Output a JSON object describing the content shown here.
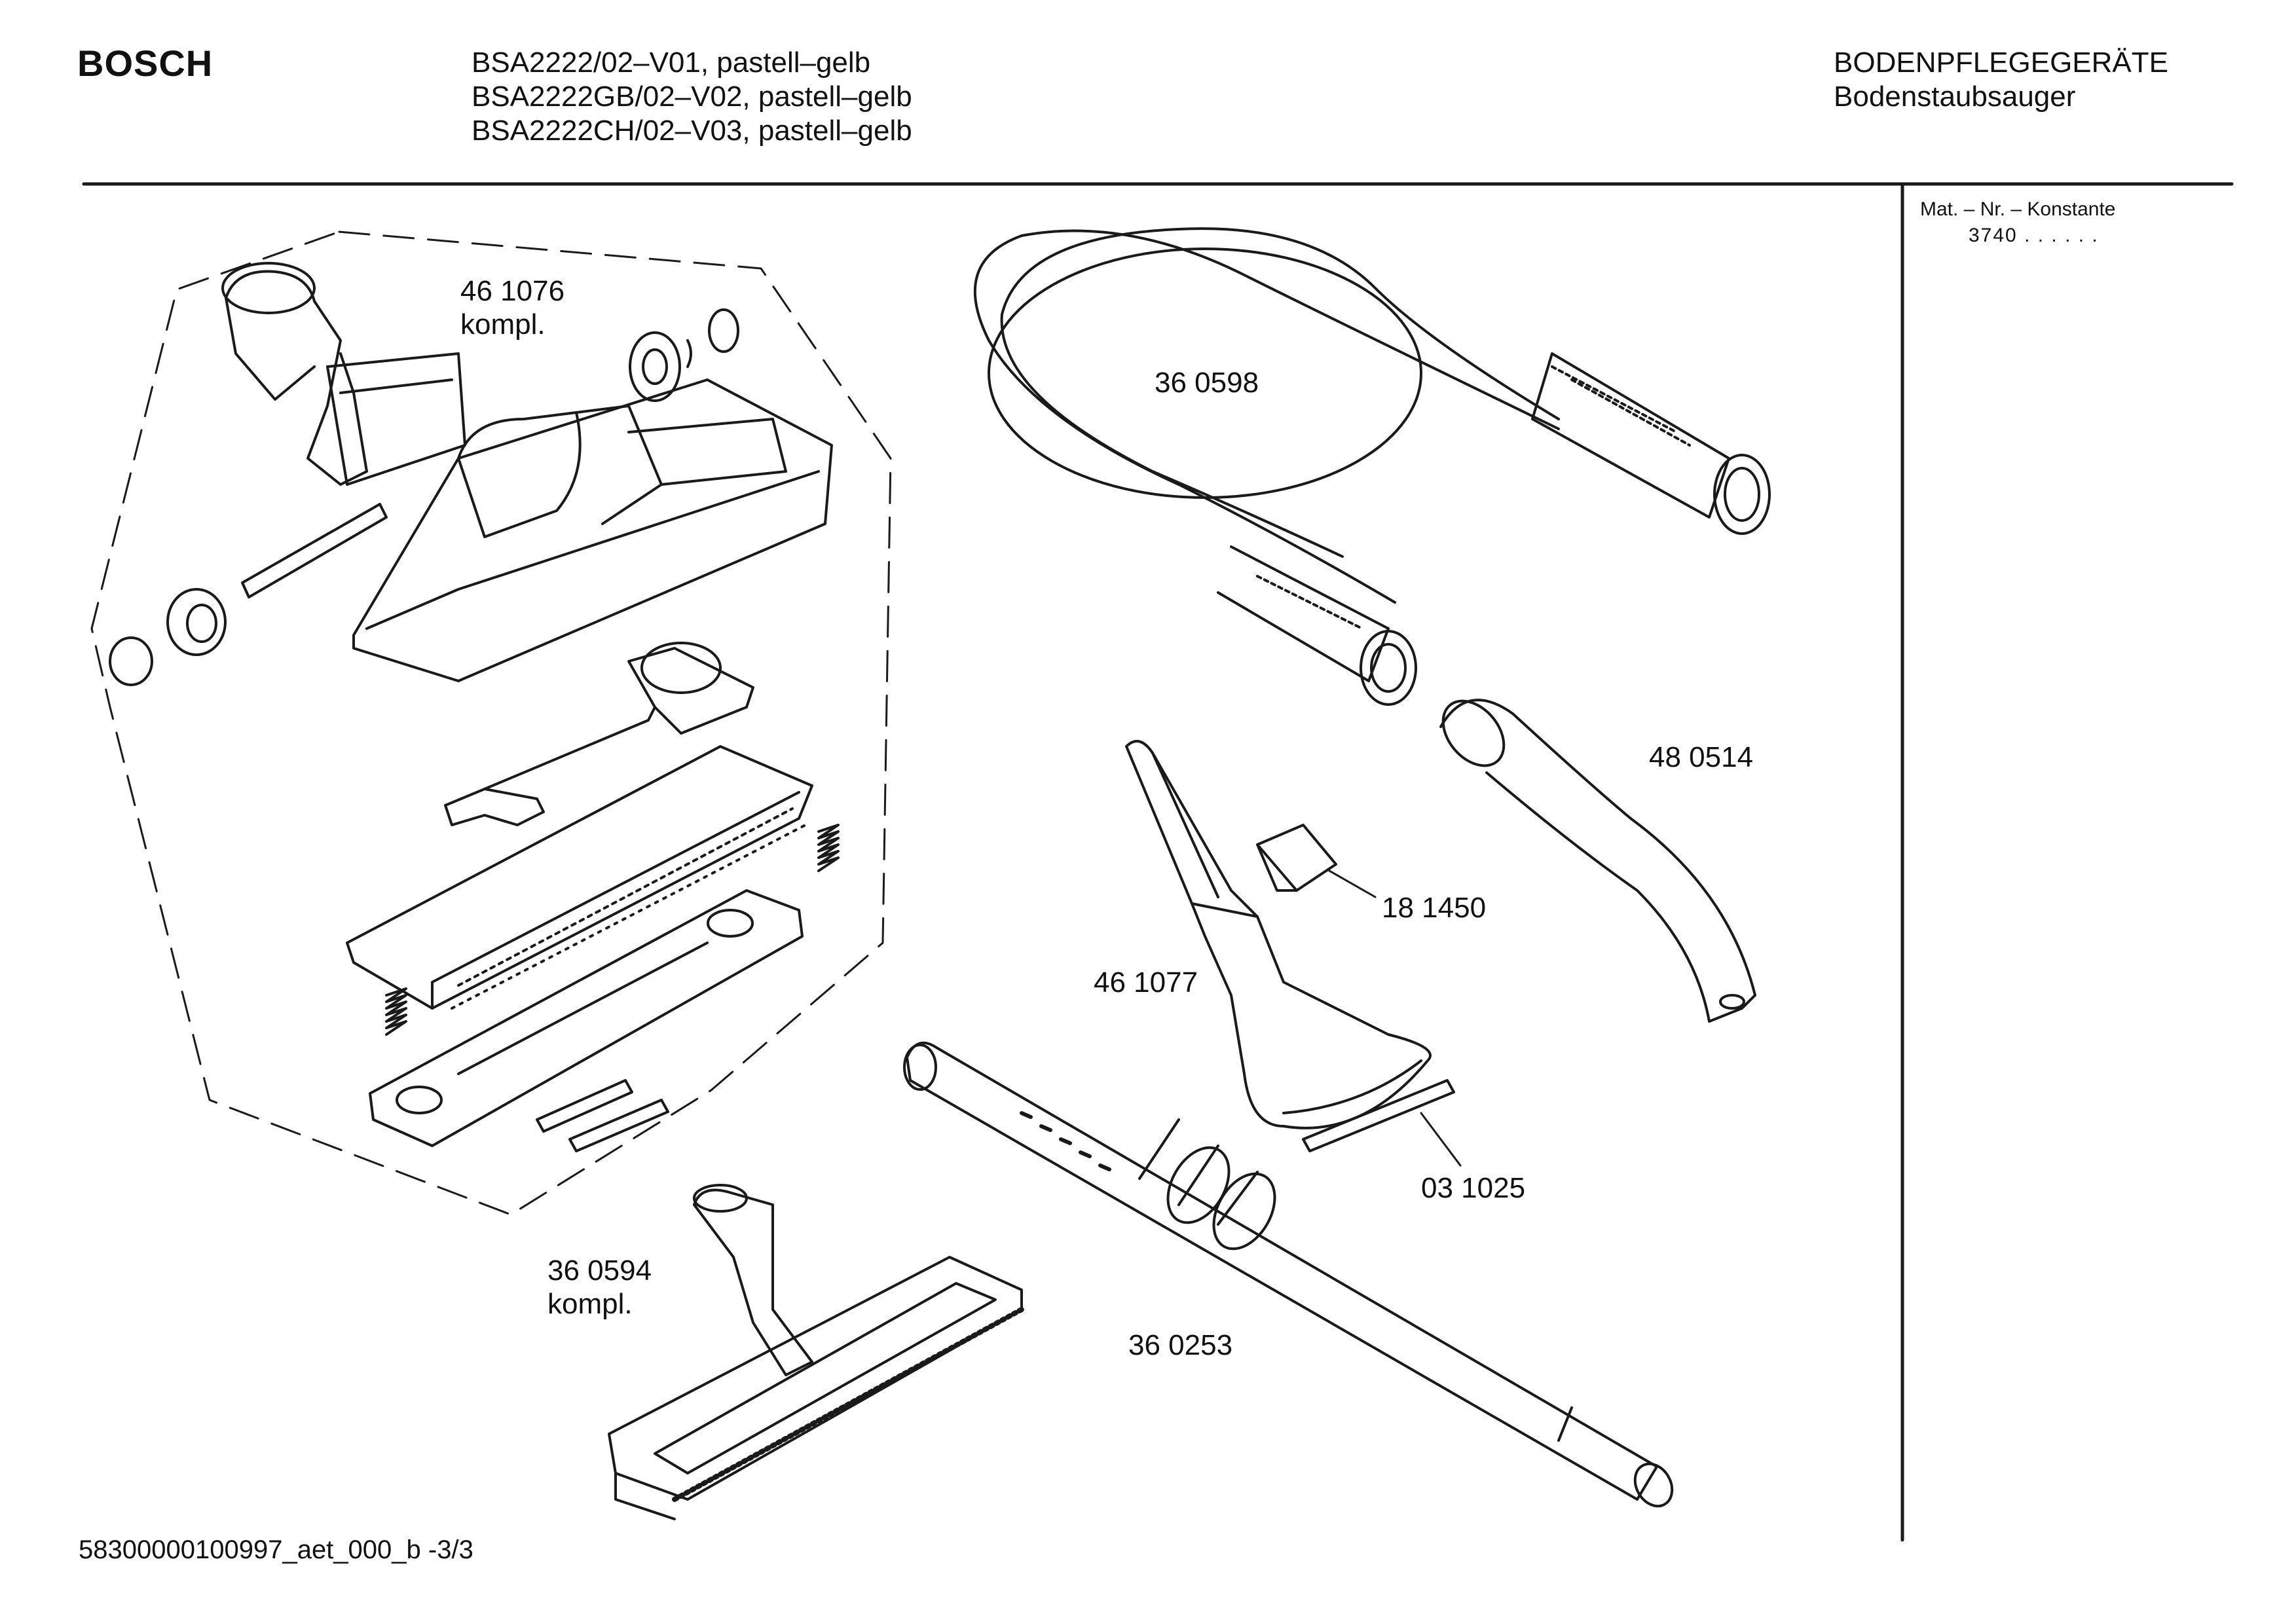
{
  "header": {
    "brand": "BOSCH",
    "models": [
      "BSA2222/02–V01, pastell–gelb",
      "BSA2222GB/02–V02, pastell–gelb",
      "BSA2222CH/02–V03, pastell–gelb"
    ],
    "category": "BODENPFLEGEGERÄTE",
    "subcategory": "Bodenstaubsauger"
  },
  "sidebar": {
    "heading": "Mat. – Nr. – Konstante",
    "code": "3740 .  .    .  .  .  ."
  },
  "parts": [
    {
      "id": "p1",
      "number": "46 1076",
      "note": "kompl."
    },
    {
      "id": "p2",
      "number": "36 0598",
      "note": ""
    },
    {
      "id": "p3",
      "number": "48 0514",
      "note": ""
    },
    {
      "id": "p4",
      "number": "18 1450",
      "note": ""
    },
    {
      "id": "p5",
      "number": "46 1077",
      "note": ""
    },
    {
      "id": "p6",
      "number": "03 1025",
      "note": ""
    },
    {
      "id": "p7",
      "number": "36 0594",
      "note": "kompl."
    },
    {
      "id": "p8",
      "number": "36 0253",
      "note": ""
    }
  ],
  "footer": {
    "doc_id": "58300000100997_aet_000_b   -3/3"
  }
}
